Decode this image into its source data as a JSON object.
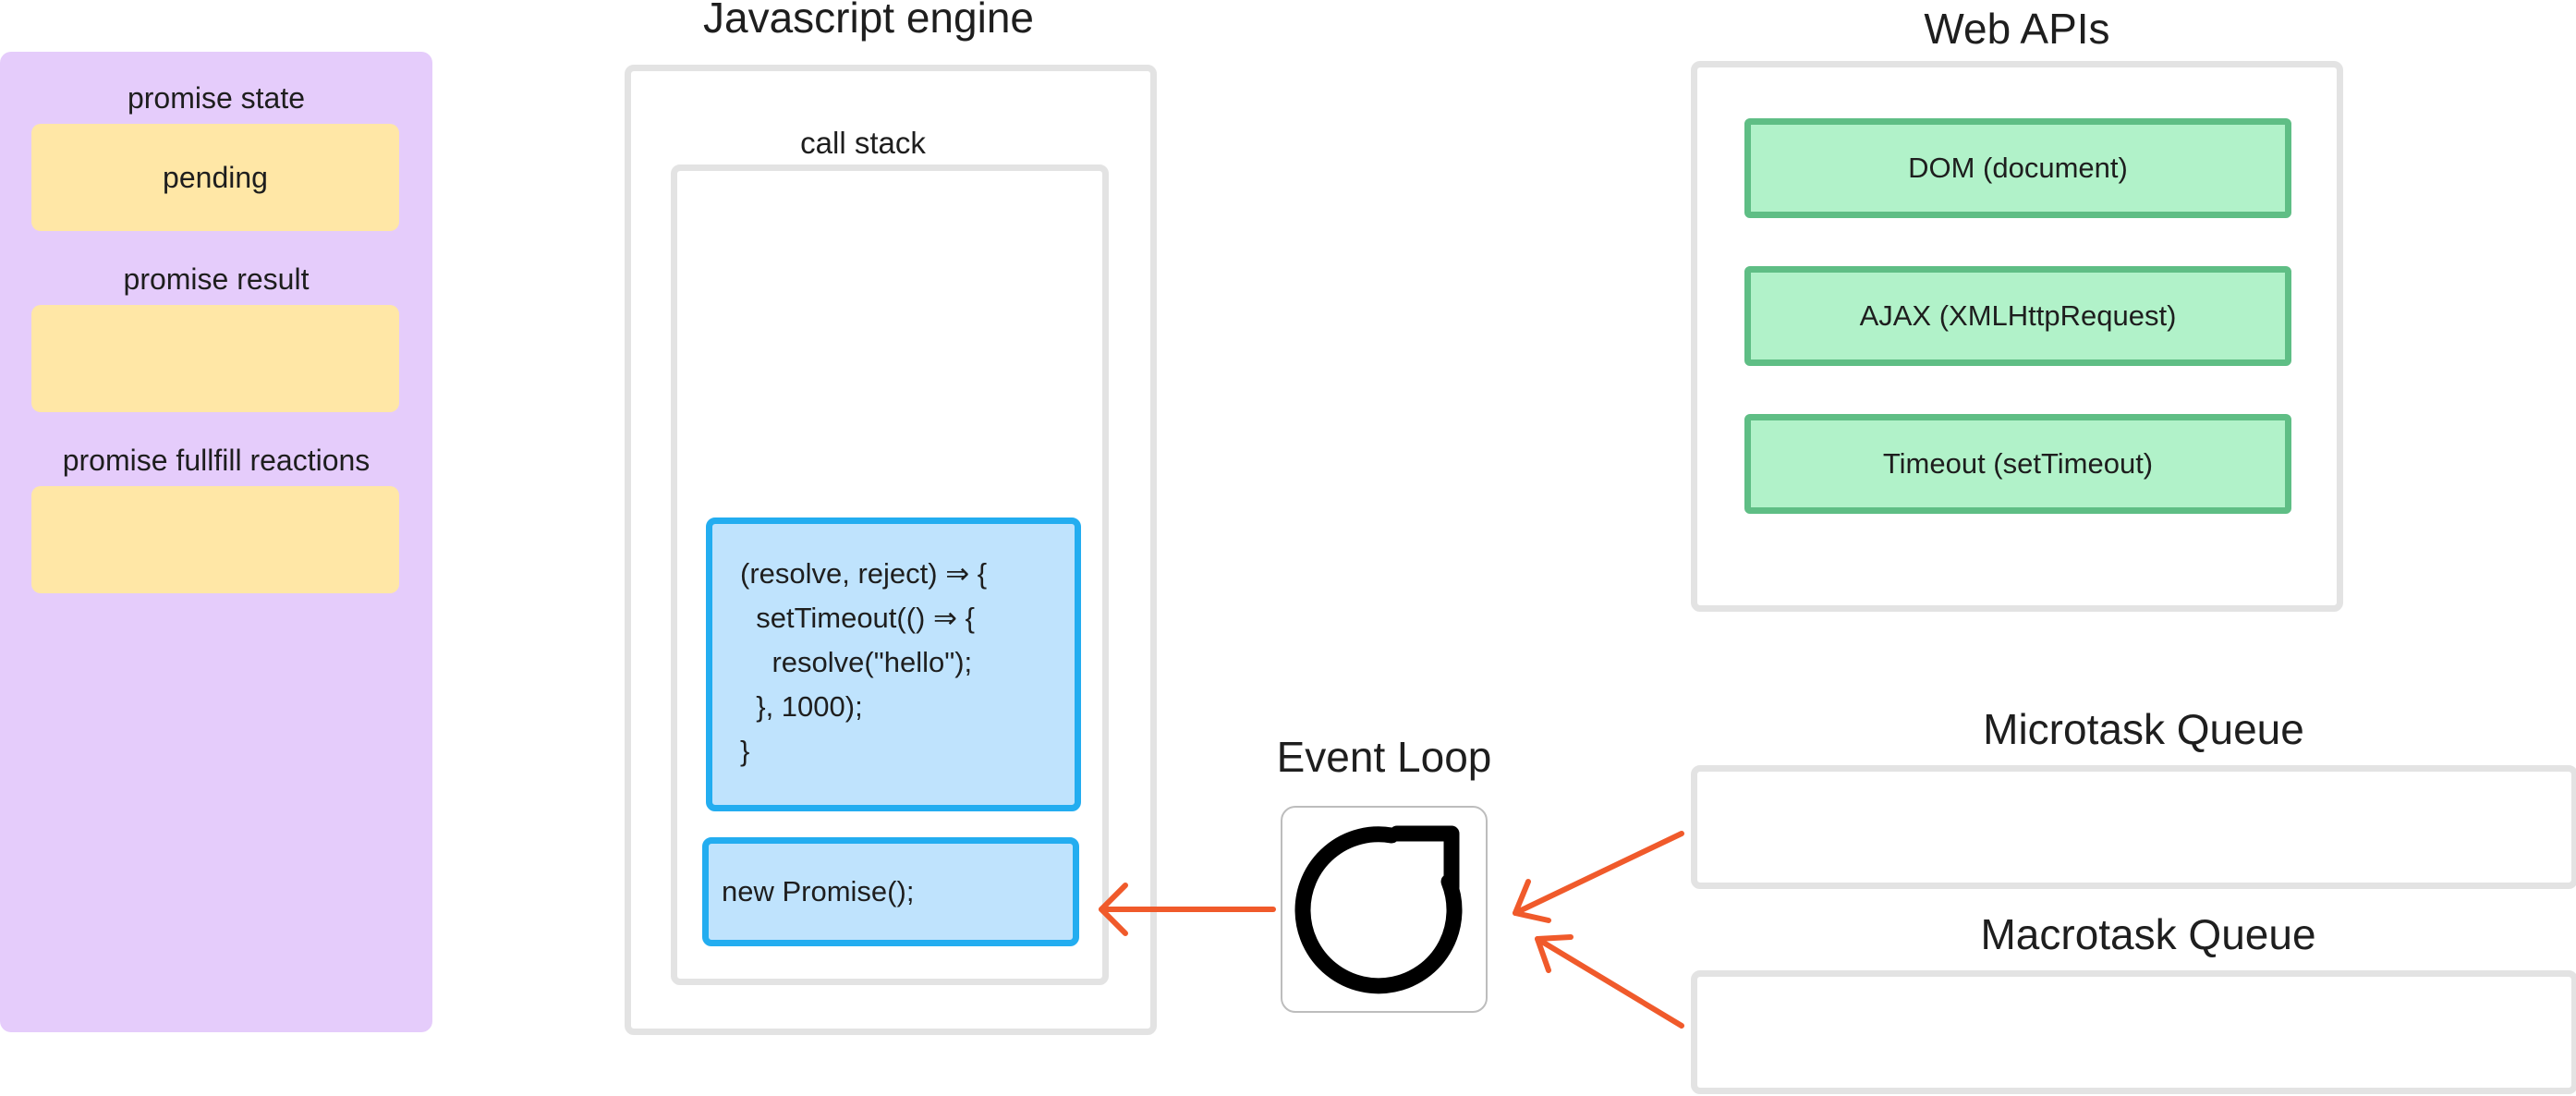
{
  "promise": {
    "state_label": "promise state",
    "state_value": "pending",
    "result_label": "promise result",
    "result_value": "",
    "reactions_label": "promise fullfill reactions",
    "reactions_value": ""
  },
  "engine": {
    "title": "Javascript engine",
    "call_stack_label": "call stack",
    "executor_code": [
      "(resolve, reject) ⇒ {",
      "  setTimeout(() ⇒ {",
      "    resolve(\"hello\");",
      "  }, 1000);",
      "}"
    ],
    "constructor_call": "new Promise();"
  },
  "web_apis": {
    "title": "Web APIs",
    "items": [
      "DOM (document)",
      "AJAX (XMLHttpRequest)",
      "Timeout (setTimeout)"
    ]
  },
  "event_loop": {
    "title": "Event Loop",
    "icon": "refresh-icon"
  },
  "queues": {
    "microtask_title": "Microtask Queue",
    "macrotask_title": "Macrotask Queue"
  },
  "colors": {
    "promise_panel": "#e5ccfb",
    "promise_box": "#ffe7a6",
    "stack_fill": "#bfe3fd",
    "stack_border": "#23adf0",
    "api_fill": "#b1f2c9",
    "api_border": "#5fbe85",
    "arrow": "#f05a2b",
    "frame_border": "#e3e3e3"
  }
}
